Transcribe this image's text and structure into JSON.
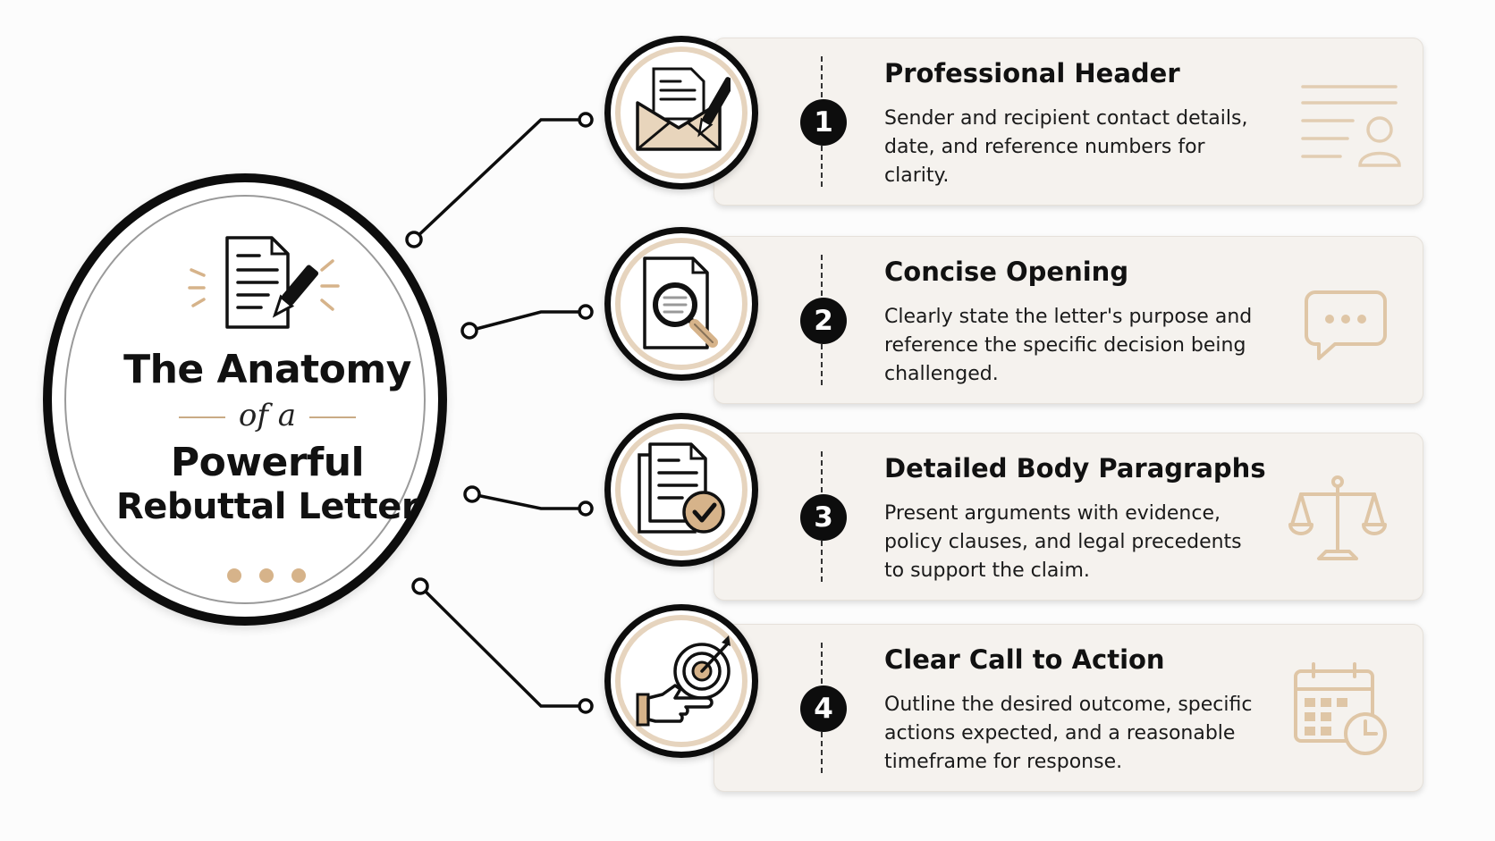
{
  "hub": {
    "title_line1": "The Anatomy",
    "title_line2": "of a",
    "title_line3": "Powerful",
    "title_line4": "Rebuttal Letter",
    "icon": "letter-with-fountain-pen-icon"
  },
  "colors": {
    "accent": "#d6b38a",
    "line": "#0d0d0d",
    "card_bg": "#f5f2ee",
    "badge_ring": "#e6d4be"
  },
  "steps": [
    {
      "number": "1",
      "title": "Professional Header",
      "description": "Sender and recipient contact details, date, and reference numbers for clarity.",
      "icon": "envelope-letter-pen-icon",
      "decor_icon": "contact-lines-person-icon"
    },
    {
      "number": "2",
      "title": "Concise Opening",
      "description": "Clearly state the letter's purpose and reference the specific decision being challenged.",
      "icon": "document-magnifier-icon",
      "decor_icon": "speech-bubble-icon"
    },
    {
      "number": "3",
      "title": "Detailed Body Paragraphs",
      "description": "Present arguments with evidence, policy clauses, and legal precedents to support the claim.",
      "icon": "documents-checkmark-icon",
      "decor_icon": "scales-of-justice-icon"
    },
    {
      "number": "4",
      "title": "Clear Call to Action",
      "description": "Outline the desired outcome, specific actions expected, and a reasonable timeframe for response.",
      "icon": "hand-pointing-target-icon",
      "decor_icon": "calendar-clock-icon"
    }
  ]
}
